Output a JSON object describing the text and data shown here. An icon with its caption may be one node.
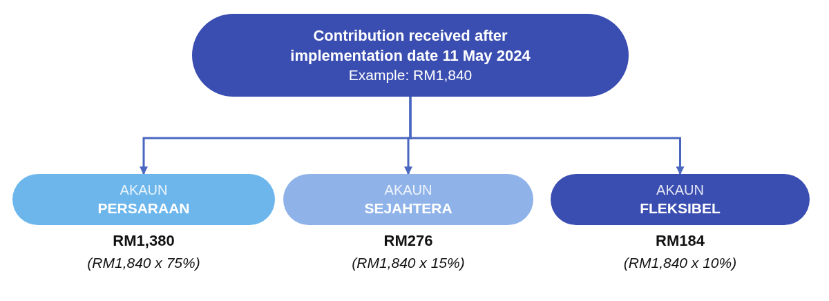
{
  "diagram": {
    "nodes": [
      {
        "text": [
          "Contribution received after implementation date 11 May 2024",
          "Example: RM1,840"
        ]
      },
      {
        "text": [
          "AKAUN",
          "PERSARAAN"
        ],
        "beside": [
          "RM1,380",
          "(RM1,840 x 75%)"
        ]
      },
      {
        "text": [
          "AKAUN",
          "SEJAHTERA"
        ],
        "beside": [
          "RM276",
          "(RM1,840 x 15%)"
        ]
      },
      {
        "text": [
          "AKAUN",
          "FLEKSIBEL"
        ],
        "beside": [
          "RM184",
          "(RM1,840 x 10%)"
        ]
      }
    ],
    "edges": [
      {
        "from": 0,
        "to": 1,
        "arrow": "to"
      },
      {
        "from": 0,
        "to": 2,
        "arrow": "to"
      },
      {
        "from": 0,
        "to": 3,
        "arrow": "to"
      }
    ]
  }
}
